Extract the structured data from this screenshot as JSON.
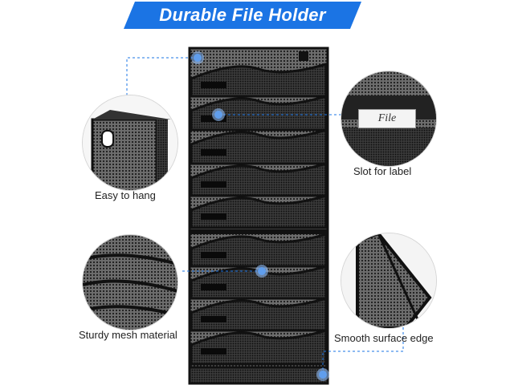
{
  "banner": {
    "title": "Durable File Holder",
    "color": "#1b74e4"
  },
  "features": {
    "hang": "Easy to hang",
    "label_slot": "Slot for label",
    "mesh": "Sturdy mesh material",
    "edge": "Smooth surface edge"
  },
  "label_card": {
    "text": "File"
  },
  "accent": "#1b74e4"
}
